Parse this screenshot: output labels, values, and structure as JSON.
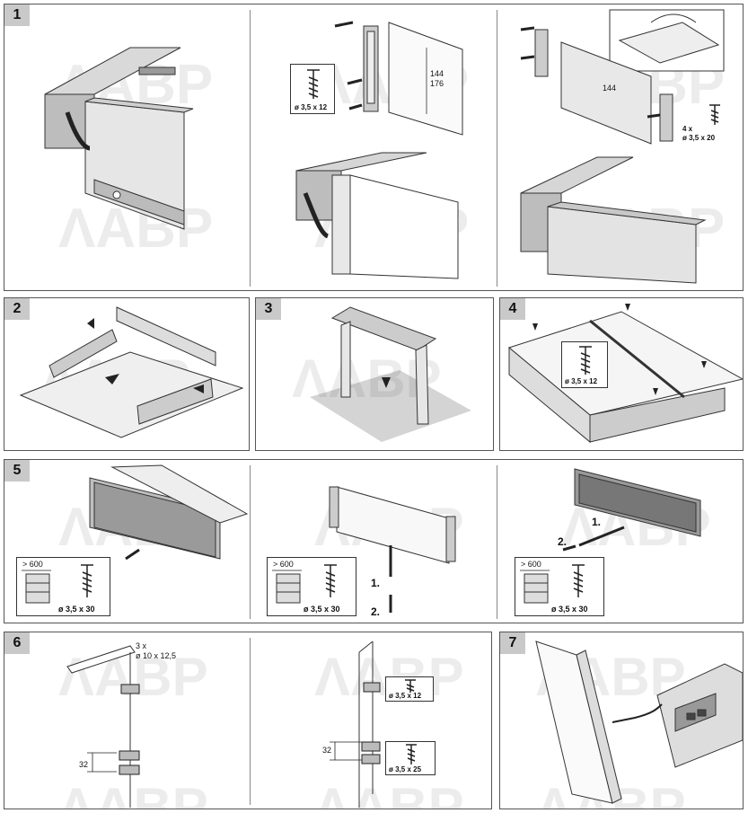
{
  "watermark": "ABP",
  "panels": {
    "p1": {
      "number": "1",
      "dim_height_a": "144",
      "dim_height_b": "176",
      "screw_spec": "ø 3,5 x 12",
      "dim_height_c": "144",
      "screw_count": "4 x",
      "screw_spec_b": "ø 3,5 x 20"
    },
    "p2": {
      "number": "2"
    },
    "p3": {
      "number": "3"
    },
    "p4": {
      "number": "4",
      "screw_spec": "ø 3,5 x 12"
    },
    "p5": {
      "number": "5",
      "width_label": "> 600",
      "screw_spec": "ø 3,5 x 30",
      "step1": "1.",
      "step2": "2."
    },
    "p6": {
      "number": "6",
      "hole_count": "3 x",
      "hole_spec": "ø 10 x 12,5",
      "spacing": "32",
      "screw_spec_a": "ø 3,5 x 12",
      "screw_spec_b": "ø 3,5 x 25"
    },
    "p7": {
      "number": "7"
    }
  }
}
